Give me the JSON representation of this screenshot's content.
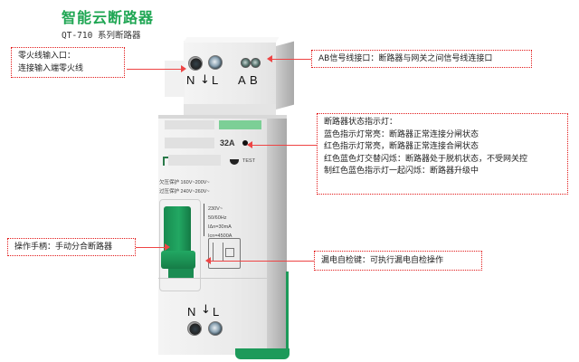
{
  "header": {
    "title": "智能云断路器",
    "subtitle": "QT-710 系列断路器"
  },
  "device": {
    "top_terminals": {
      "n": "N",
      "l": "L",
      "a": "A",
      "b": "B"
    },
    "bottom_terminals": {
      "n": "N",
      "l": "L"
    },
    "rating": "32A",
    "test_label": "TEST",
    "protection": {
      "undervoltage": "欠压保护 160V~200V~",
      "overvoltage": "过压保护 240V~260V~"
    },
    "specs": [
      "230V~",
      "50/60Hz",
      "IΔn=30mA",
      "Icn=4500A"
    ],
    "colors": {
      "body": "#ececec",
      "handle": "#1d9a5a",
      "indicator_strip": "#7ccf96"
    }
  },
  "callouts": {
    "neutral_live_input": {
      "line1": "零火线输入口：",
      "line2": "连接输入端零火线"
    },
    "ab_signal": {
      "text": "AB信号线接口：断路器与网关之间信号线连接口"
    },
    "status_indicator": {
      "lines": [
        "断路器状态指示灯：",
        "蓝色指示灯常亮：断路器正常连接分闸状态",
        "红色指示灯常亮，断路器正常连接合闸状态",
        "红色蓝色灯交替闪烁：断路器处于脱机状态，不受网关控",
        "制红色蓝色指示灯一起闪烁：断路器升级中"
      ]
    },
    "handle": {
      "text": "操作手柄：手动分合断路器"
    },
    "leakage_test": {
      "text": "漏电自检键：可执行漏电自检操作"
    }
  },
  "colors": {
    "title_green": "#1fa653",
    "callout_border": "#e21a1a",
    "arrow": "#e44444"
  }
}
